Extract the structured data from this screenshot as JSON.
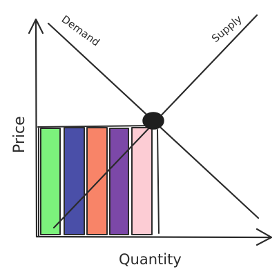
{
  "diagram": {
    "axis_x_label": "Quantity",
    "axis_y_label": "Price",
    "demand_label": "Demand",
    "supply_label": "Supply"
  },
  "colors": {
    "ink": "#2b2b2b",
    "bars": [
      "#7CF27C",
      "#4A4FA8",
      "#F88468",
      "#7C48A8",
      "#FCCCD4"
    ],
    "equilibrium_dot": "#1f1f1f"
  }
}
